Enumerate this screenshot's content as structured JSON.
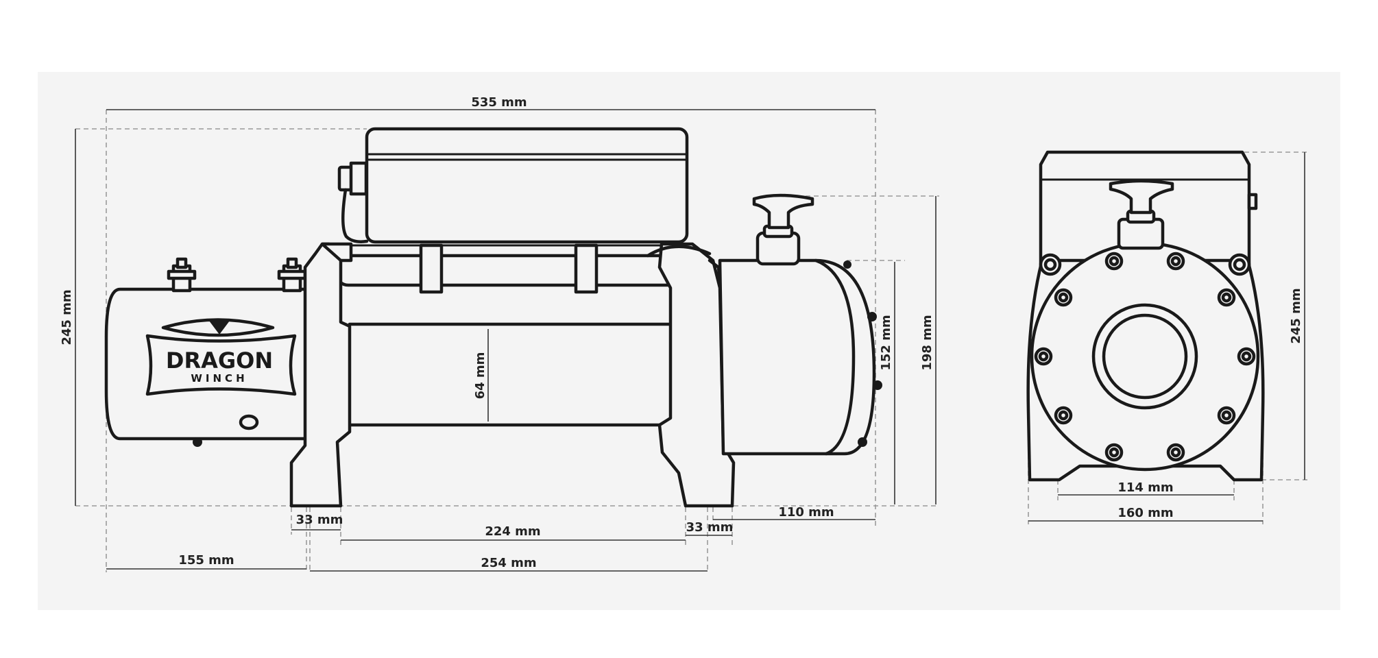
{
  "brand": {
    "name": "DRAGON",
    "sub": "WINCH"
  },
  "dimensions": {
    "overall_length": "535 mm",
    "overall_height": "245 mm",
    "drum_diameter": "64 mm",
    "gearbox_height": "152 mm",
    "height_to_handle": "198 mm",
    "foot_width_left": "33 mm",
    "drum_length": "224 mm",
    "foot_width_right": "33 mm",
    "gearbox_offset": "110 mm",
    "motor_length": "155 mm",
    "mount_span": "254 mm",
    "front_height": "245 mm",
    "front_bolt_spacing": "114 mm",
    "front_width": "160 mm"
  },
  "colors": {
    "panel": "#f4f4f4",
    "line": "#1a1a1a",
    "dashed": "#9a9a9a"
  }
}
